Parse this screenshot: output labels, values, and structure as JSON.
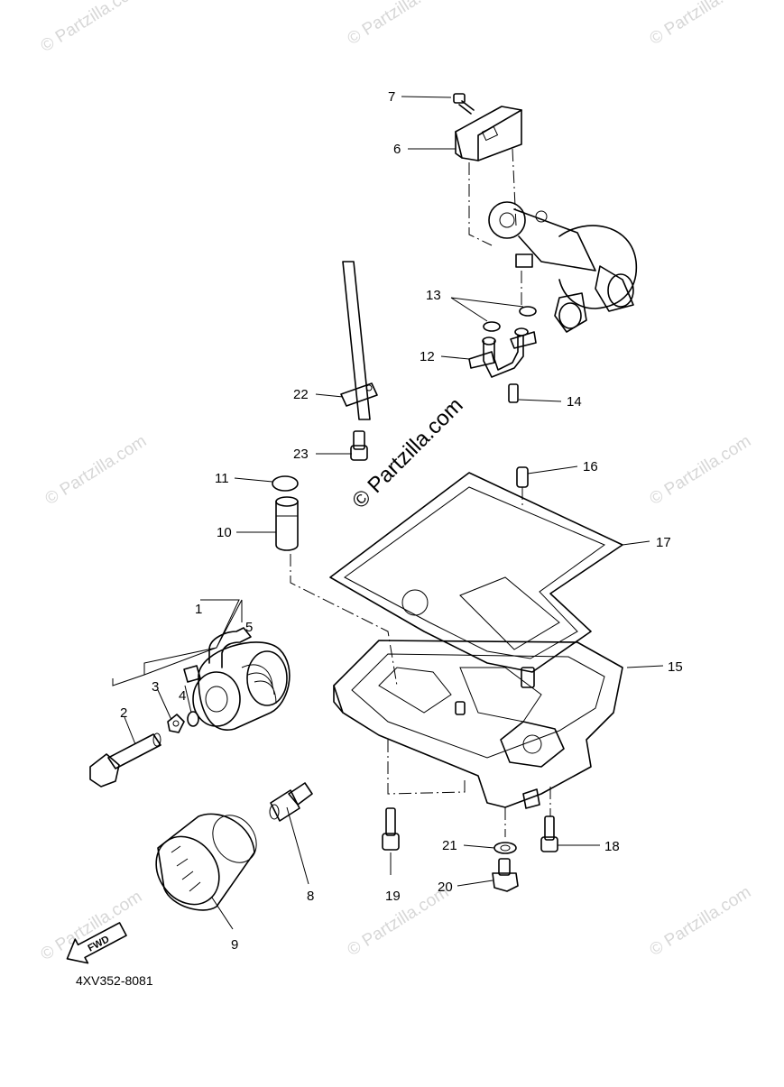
{
  "watermark": {
    "text": "© Partzilla.com"
  },
  "diagram": {
    "code": "4XV352-8081",
    "direction_marker": "FWD",
    "callouts": [
      "1",
      "2",
      "3",
      "4",
      "5",
      "6",
      "7",
      "8",
      "9",
      "10",
      "11",
      "12",
      "13",
      "14",
      "15",
      "16",
      "17",
      "18",
      "19",
      "20",
      "21",
      "22",
      "23"
    ]
  }
}
